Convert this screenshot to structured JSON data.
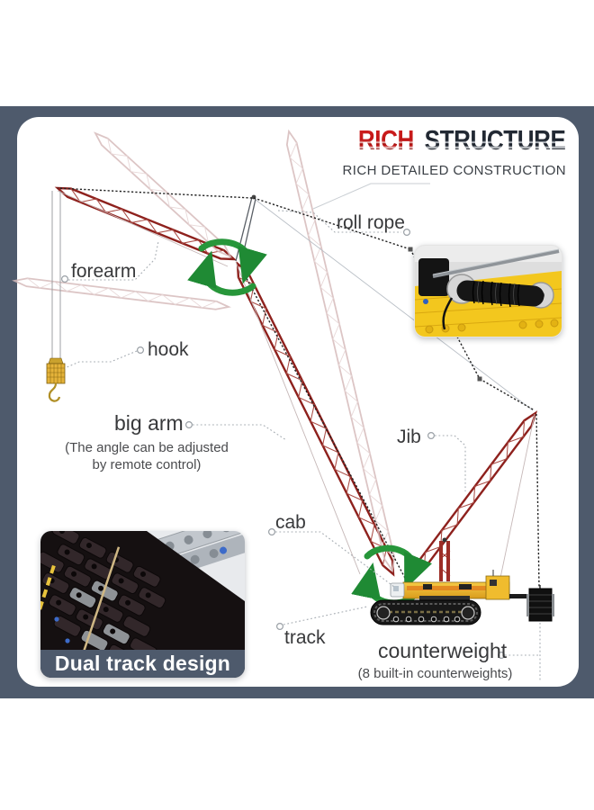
{
  "frame": {
    "background": "#4e5a6c",
    "card_background": "#ffffff"
  },
  "title": {
    "accent": "RICH",
    "rest": "STRUCTURE",
    "subtitle": "RICH DETAILED CONSTRUCTION",
    "accent_color": "#c41c1c",
    "rest_color": "#242b34"
  },
  "labels": {
    "roll_rope": "roll rope",
    "forearm": "forearm",
    "hook": "hook",
    "big_arm": "big arm",
    "big_arm_note_line1": "(The angle can be adjusted",
    "big_arm_note_line2": "by remote control)",
    "jib": "Jib",
    "cab": "cab",
    "track": "track",
    "counterweight": "counterweight",
    "counterweight_note": "(8 built-in counterweights)"
  },
  "insets": {
    "winch": {
      "name": "roll-rope-winch-photo"
    },
    "track": {
      "caption": "Dual track design",
      "caption_bg": "#4e5a6c",
      "caption_color": "#ffffff"
    }
  },
  "diagram": {
    "crane_red": "#8e211d",
    "ghost_pink": "#d7bcbc",
    "rope_black": "#222222",
    "arrow_green": "#27963a",
    "body_yellow": "#f2c240",
    "track_black": "#1b1b1b"
  }
}
